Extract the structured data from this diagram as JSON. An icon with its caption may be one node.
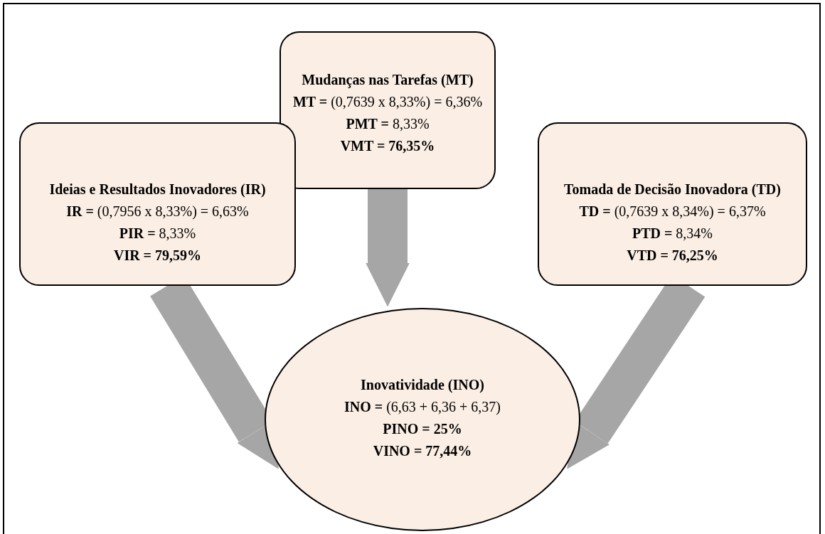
{
  "diagram": {
    "nodes": [
      {
        "text": [
          "Mudanças nas Tarefas (MT)",
          "**MT =** (0,7639 x 8,33%) = 6,36%",
          "**PMT =** 8,33%",
          "VMT = 76,35%"
        ]
      },
      {
        "text": [
          "Ideias e Resultados Inovadores (IR)",
          "**IR =** (0,7956 x 8,33%) = 6,63%",
          "**PIR =** 8,33%",
          "VIR = 79,59%"
        ]
      },
      {
        "text": [
          "Tomada de Decisão Inovadora (TD)",
          "**TD =** (0,7639 x 8,34%) = 6,37%",
          "**PTD =** 8,34%",
          "VTD = 76,25%"
        ]
      },
      {
        "text": [
          "Inovatividade (INO)",
          "**INO =** (6,63 + 6,36 + 6,37)",
          "**PINO = 25%**",
          "VINO = 77,44%"
        ]
      }
    ],
    "edges": [
      {
        "from": 1,
        "to": 3,
        "arrow": "to"
      },
      {
        "from": 0,
        "to": 3,
        "arrow": "to"
      },
      {
        "from": 2,
        "to": 3,
        "arrow": "to"
      }
    ]
  }
}
